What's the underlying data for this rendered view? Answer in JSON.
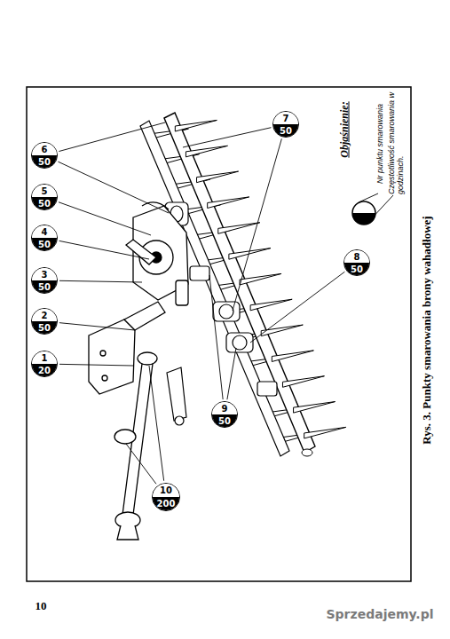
{
  "diagram": {
    "caption": "Rys. 3. Punkty smarowania brony wahadłowej",
    "nodes": [
      {
        "text": [
          "1",
          "20"
        ]
      },
      {
        "text": [
          "2",
          "50"
        ]
      },
      {
        "text": [
          "3",
          "50"
        ]
      },
      {
        "text": [
          "4",
          "50"
        ]
      },
      {
        "text": [
          "5",
          "50"
        ]
      },
      {
        "text": [
          "6",
          "50"
        ]
      },
      {
        "text": [
          "7",
          "50"
        ]
      },
      {
        "text": [
          "8",
          "50"
        ]
      },
      {
        "text": [
          "9",
          "50"
        ]
      },
      {
        "text": [
          "10",
          "200"
        ]
      }
    ],
    "labels": [
      "Objaśnienie:",
      "10",
      "Sprzedajemy.pl"
    ],
    "legend": [
      {
        "text": "Nr punktu smarowania"
      },
      {
        "text": "Częstotliwość smarowania w godzinach."
      }
    ]
  }
}
